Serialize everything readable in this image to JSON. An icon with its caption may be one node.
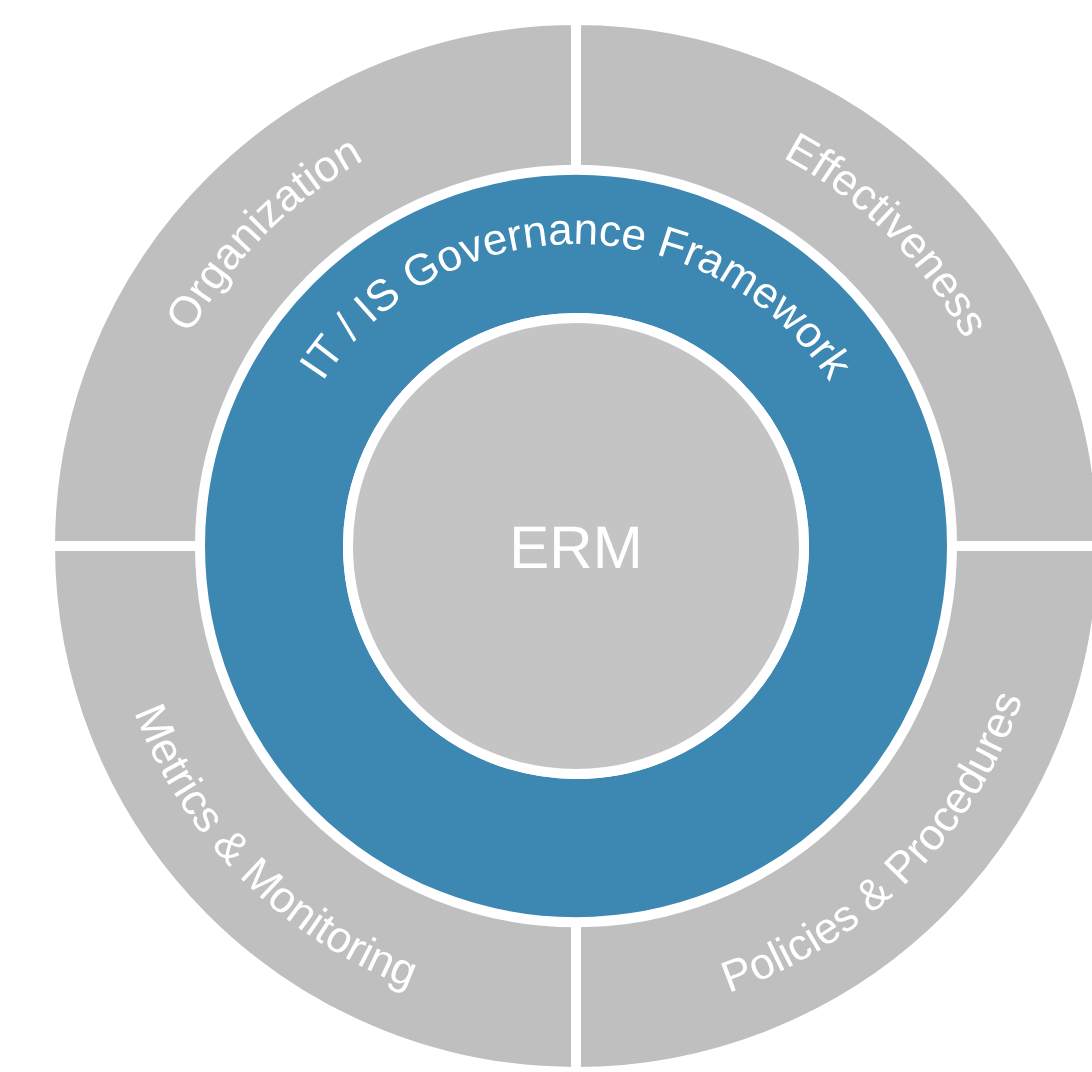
{
  "diagram": {
    "nodes": [
      {
        "text": [
          "Organization"
        ]
      },
      {
        "text": [
          "Effectiveness"
        ]
      },
      {
        "text": [
          "IT / IS Governance Framework"
        ]
      },
      {
        "text": [
          "ERM"
        ],
        "in": 2
      },
      {
        "text": [
          "Metrics & Monitoring"
        ]
      },
      {
        "text": [
          "Policies & Procedures"
        ]
      }
    ],
    "edges": []
  }
}
